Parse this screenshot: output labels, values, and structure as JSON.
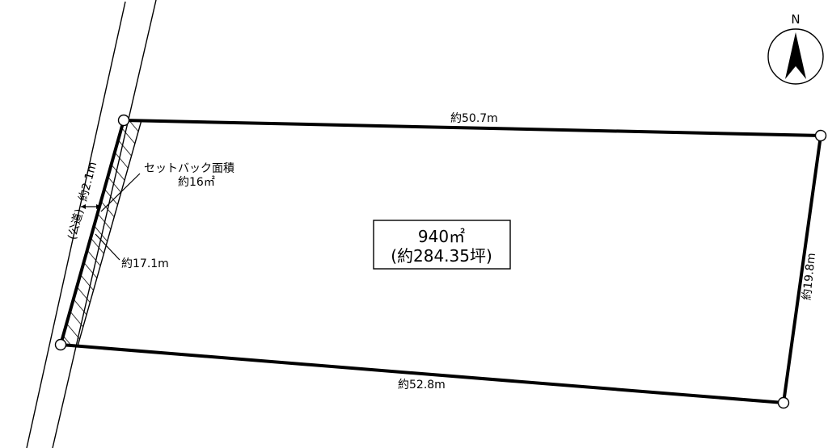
{
  "road_label": "(公道)",
  "road_width": "約2.1m",
  "setback": {
    "title": "セットバック面積",
    "area": "約16㎡",
    "length": "約17.1m"
  },
  "boundaries": {
    "top": "約50.7m",
    "right": "約19.8m",
    "bottom": "約52.8m"
  },
  "area_box": {
    "area_m2": "940㎡",
    "area_tsubo": "(約284.35坪)"
  },
  "compass": {
    "label": "N"
  }
}
